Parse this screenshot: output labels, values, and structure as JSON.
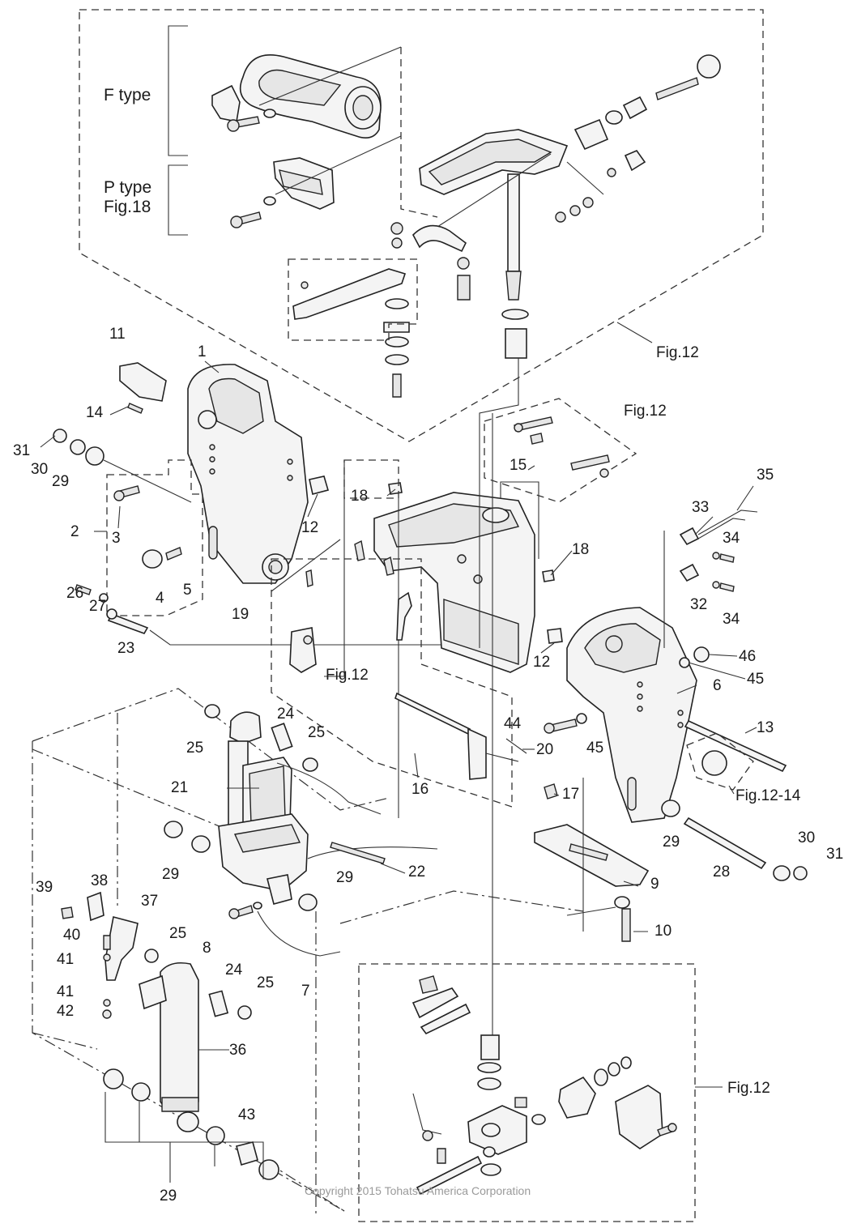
{
  "variants": {
    "f_type": "F type",
    "p_type": "P type",
    "p_type_ref": "Fig.18"
  },
  "refs": {
    "r1": "Fig.12",
    "r2": "Fig.12",
    "r3": "Fig.12",
    "r4": "Fig.12-14",
    "r5": "Fig.12"
  },
  "callouts": {
    "c1": "1",
    "c2": "2",
    "c3": "3",
    "c4": "4",
    "c5": "5",
    "c6": "6",
    "c7": "7",
    "c8": "8",
    "c9": "9",
    "c10": "10",
    "c11": "11",
    "c12a": "12",
    "c12b": "12",
    "c13": "13",
    "c14": "14",
    "c15": "15",
    "c16": "16",
    "c17": "17",
    "c18a": "18",
    "c18b": "18",
    "c19": "19",
    "c20": "20",
    "c21": "21",
    "c22": "22",
    "c23": "23",
    "c24a": "24",
    "c24b": "24",
    "c25a": "25",
    "c25b": "25",
    "c25c": "25",
    "c25d": "25",
    "c26": "26",
    "c27": "27",
    "c28": "28",
    "c29a": "29",
    "c29b": "29",
    "c29c": "29",
    "c29d": "29",
    "c29e": "29",
    "c30a": "30",
    "c30b": "30",
    "c31a": "31",
    "c31b": "31",
    "c32": "32",
    "c33": "33",
    "c34a": "34",
    "c34b": "34",
    "c35": "35",
    "c36": "36",
    "c37": "37",
    "c38": "38",
    "c39": "39",
    "c40": "40",
    "c41a": "41",
    "c41b": "41",
    "c42": "42",
    "c43": "43",
    "c44": "44",
    "c45a": "45",
    "c45b": "45",
    "c46": "46"
  },
  "copyright": "Copyright 2015 Tohatsu America Corporation"
}
